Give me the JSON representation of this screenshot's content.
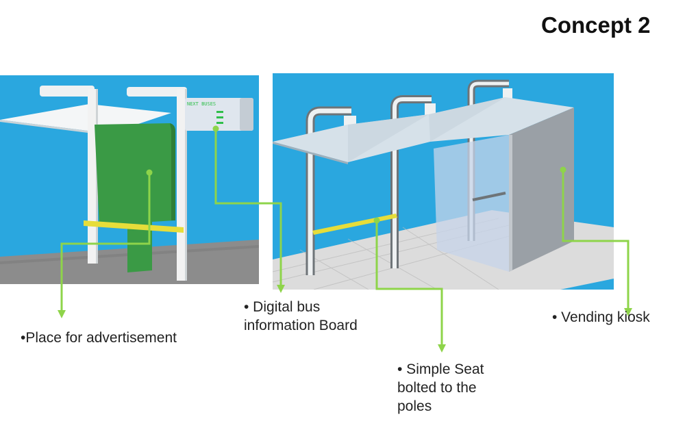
{
  "slide": {
    "title": "Concept 2"
  },
  "callouts": {
    "advertisement": "•Place for advertisement",
    "info_board_line1": "• Digital bus",
    "info_board_line2": "information Board",
    "seat_line1": "• Simple Seat",
    "seat_line2": "bolted to the",
    "seat_line3": "poles",
    "kiosk": "• Vending kiosk"
  },
  "render_text": {
    "board_heading": "NEXT BUSES"
  },
  "colors": {
    "sky": "#2aa7df",
    "ground": "#8a8a8a",
    "pole": "#f2f2f2",
    "advert_panel": "#3a9a45",
    "seat": "#e6dd3a",
    "callout_line": "#8ed44a",
    "kiosk": "#9aa0a6"
  }
}
